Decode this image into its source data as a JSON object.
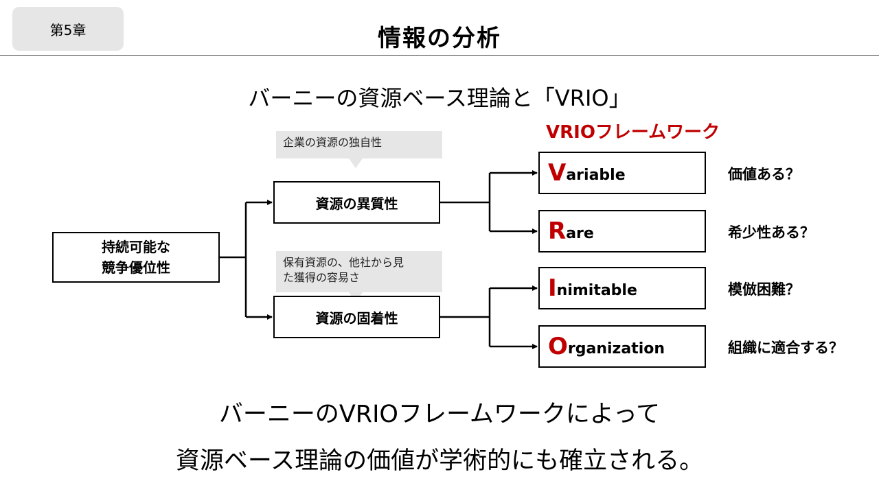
{
  "chapter": "第5章",
  "page_title": "情報の分析",
  "subtitle": "バーニーの資源ベース理論と「VRIO」",
  "vrio_heading": "VRIOフレームワーク",
  "root_box": {
    "line1": "持続可能な",
    "line2": "競争優位性"
  },
  "notes": [
    {
      "line1": "企業の資源の独自性",
      "line2": ""
    },
    {
      "line1": "保有資源の、他社から見",
      "line2": "た獲得の容易さ"
    }
  ],
  "resource_boxes": [
    "資源の異質性",
    "資源の固着性"
  ],
  "vrio_items": [
    {
      "initial": "V",
      "rest": "ariable",
      "question": "価値ある？"
    },
    {
      "initial": "R",
      "rest": "are",
      "question": "希少性ある？"
    },
    {
      "initial": "I",
      "rest": "nimitable",
      "question": "模倣困難？"
    },
    {
      "initial": "O",
      "rest": "rganization",
      "question": "組織に適合する？"
    }
  ],
  "conclusion": {
    "line1": "バーニーのVRIOフレームワークによって",
    "line2": "資源ベース理論の価値が学術的にも確立される。"
  },
  "colors": {
    "accent": "#c00000",
    "note_fill": "#e6e6e6"
  }
}
